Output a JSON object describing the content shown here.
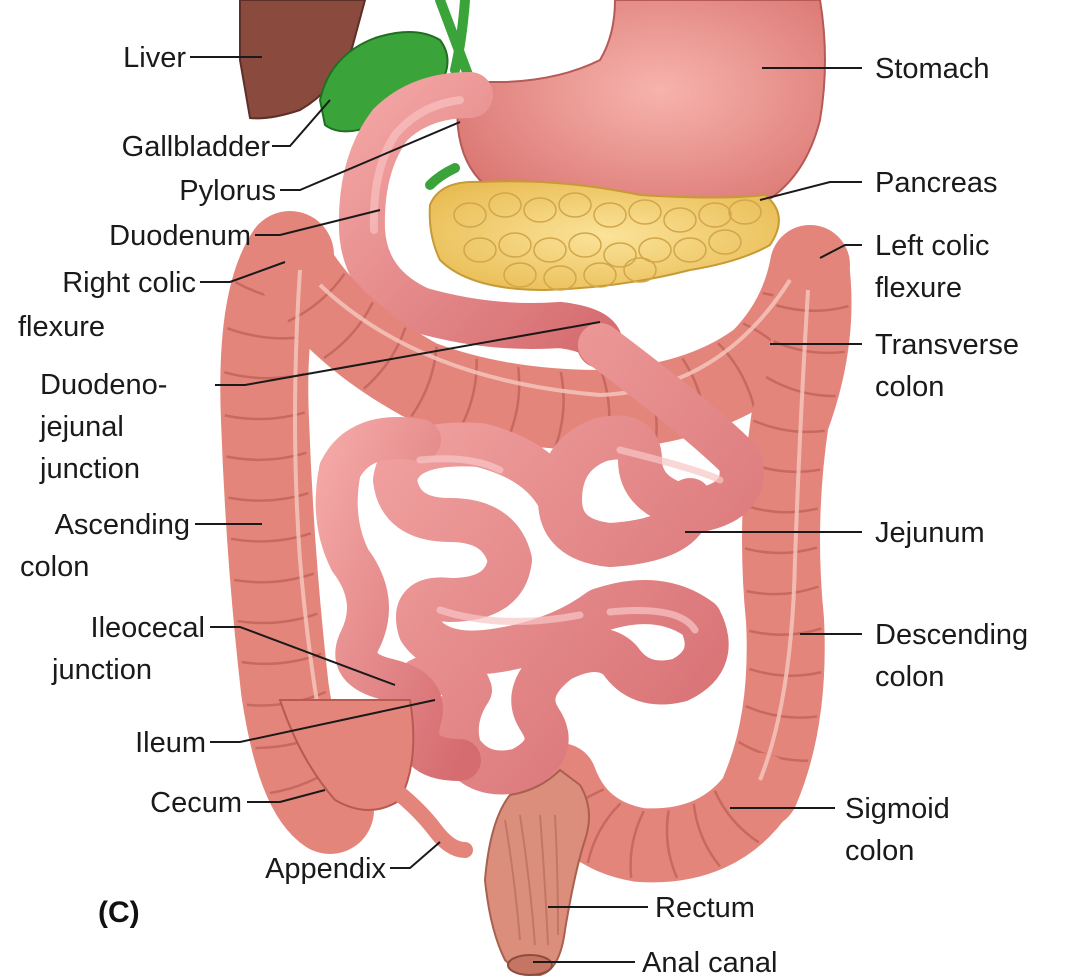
{
  "figure": {
    "panel_label": "(C)",
    "labels": {
      "liver": "Liver",
      "gallbladder": "Gallbladder",
      "pylorus": "Pylorus",
      "duodenum": "Duodenum",
      "right_colic_flexure": [
        "Right colic",
        "flexure"
      ],
      "duodenojejunal_junction": [
        "Duodeno-",
        "jejunal",
        "junction"
      ],
      "ascending_colon": [
        "Ascending",
        "colon"
      ],
      "ileocecal_junction": [
        "Ileocecal",
        "junction"
      ],
      "ileum": "Ileum",
      "cecum": "Cecum",
      "appendix": "Appendix",
      "stomach": "Stomach",
      "pancreas": "Pancreas",
      "left_colic_flexure": [
        "Left colic",
        "flexure"
      ],
      "transverse_colon": [
        "Transverse",
        "colon"
      ],
      "jejunum": "Jejunum",
      "descending_colon": [
        "Descending",
        "colon"
      ],
      "sigmoid_colon": [
        "Sigmoid",
        "colon"
      ],
      "rectum": "Rectum",
      "anal_canal": "Anal canal"
    },
    "colors": {
      "liver": "#8a4a3e",
      "gallbladder": "#3aa43a",
      "stomach": "#e98b86",
      "pancreas": "#f2d27a",
      "colon": "#e4857c",
      "colon_shadow": "#b85a52",
      "small_intestine": "#e7888a",
      "rectum": "#dc8e7c",
      "leader_line": "#1a1a1a"
    }
  }
}
